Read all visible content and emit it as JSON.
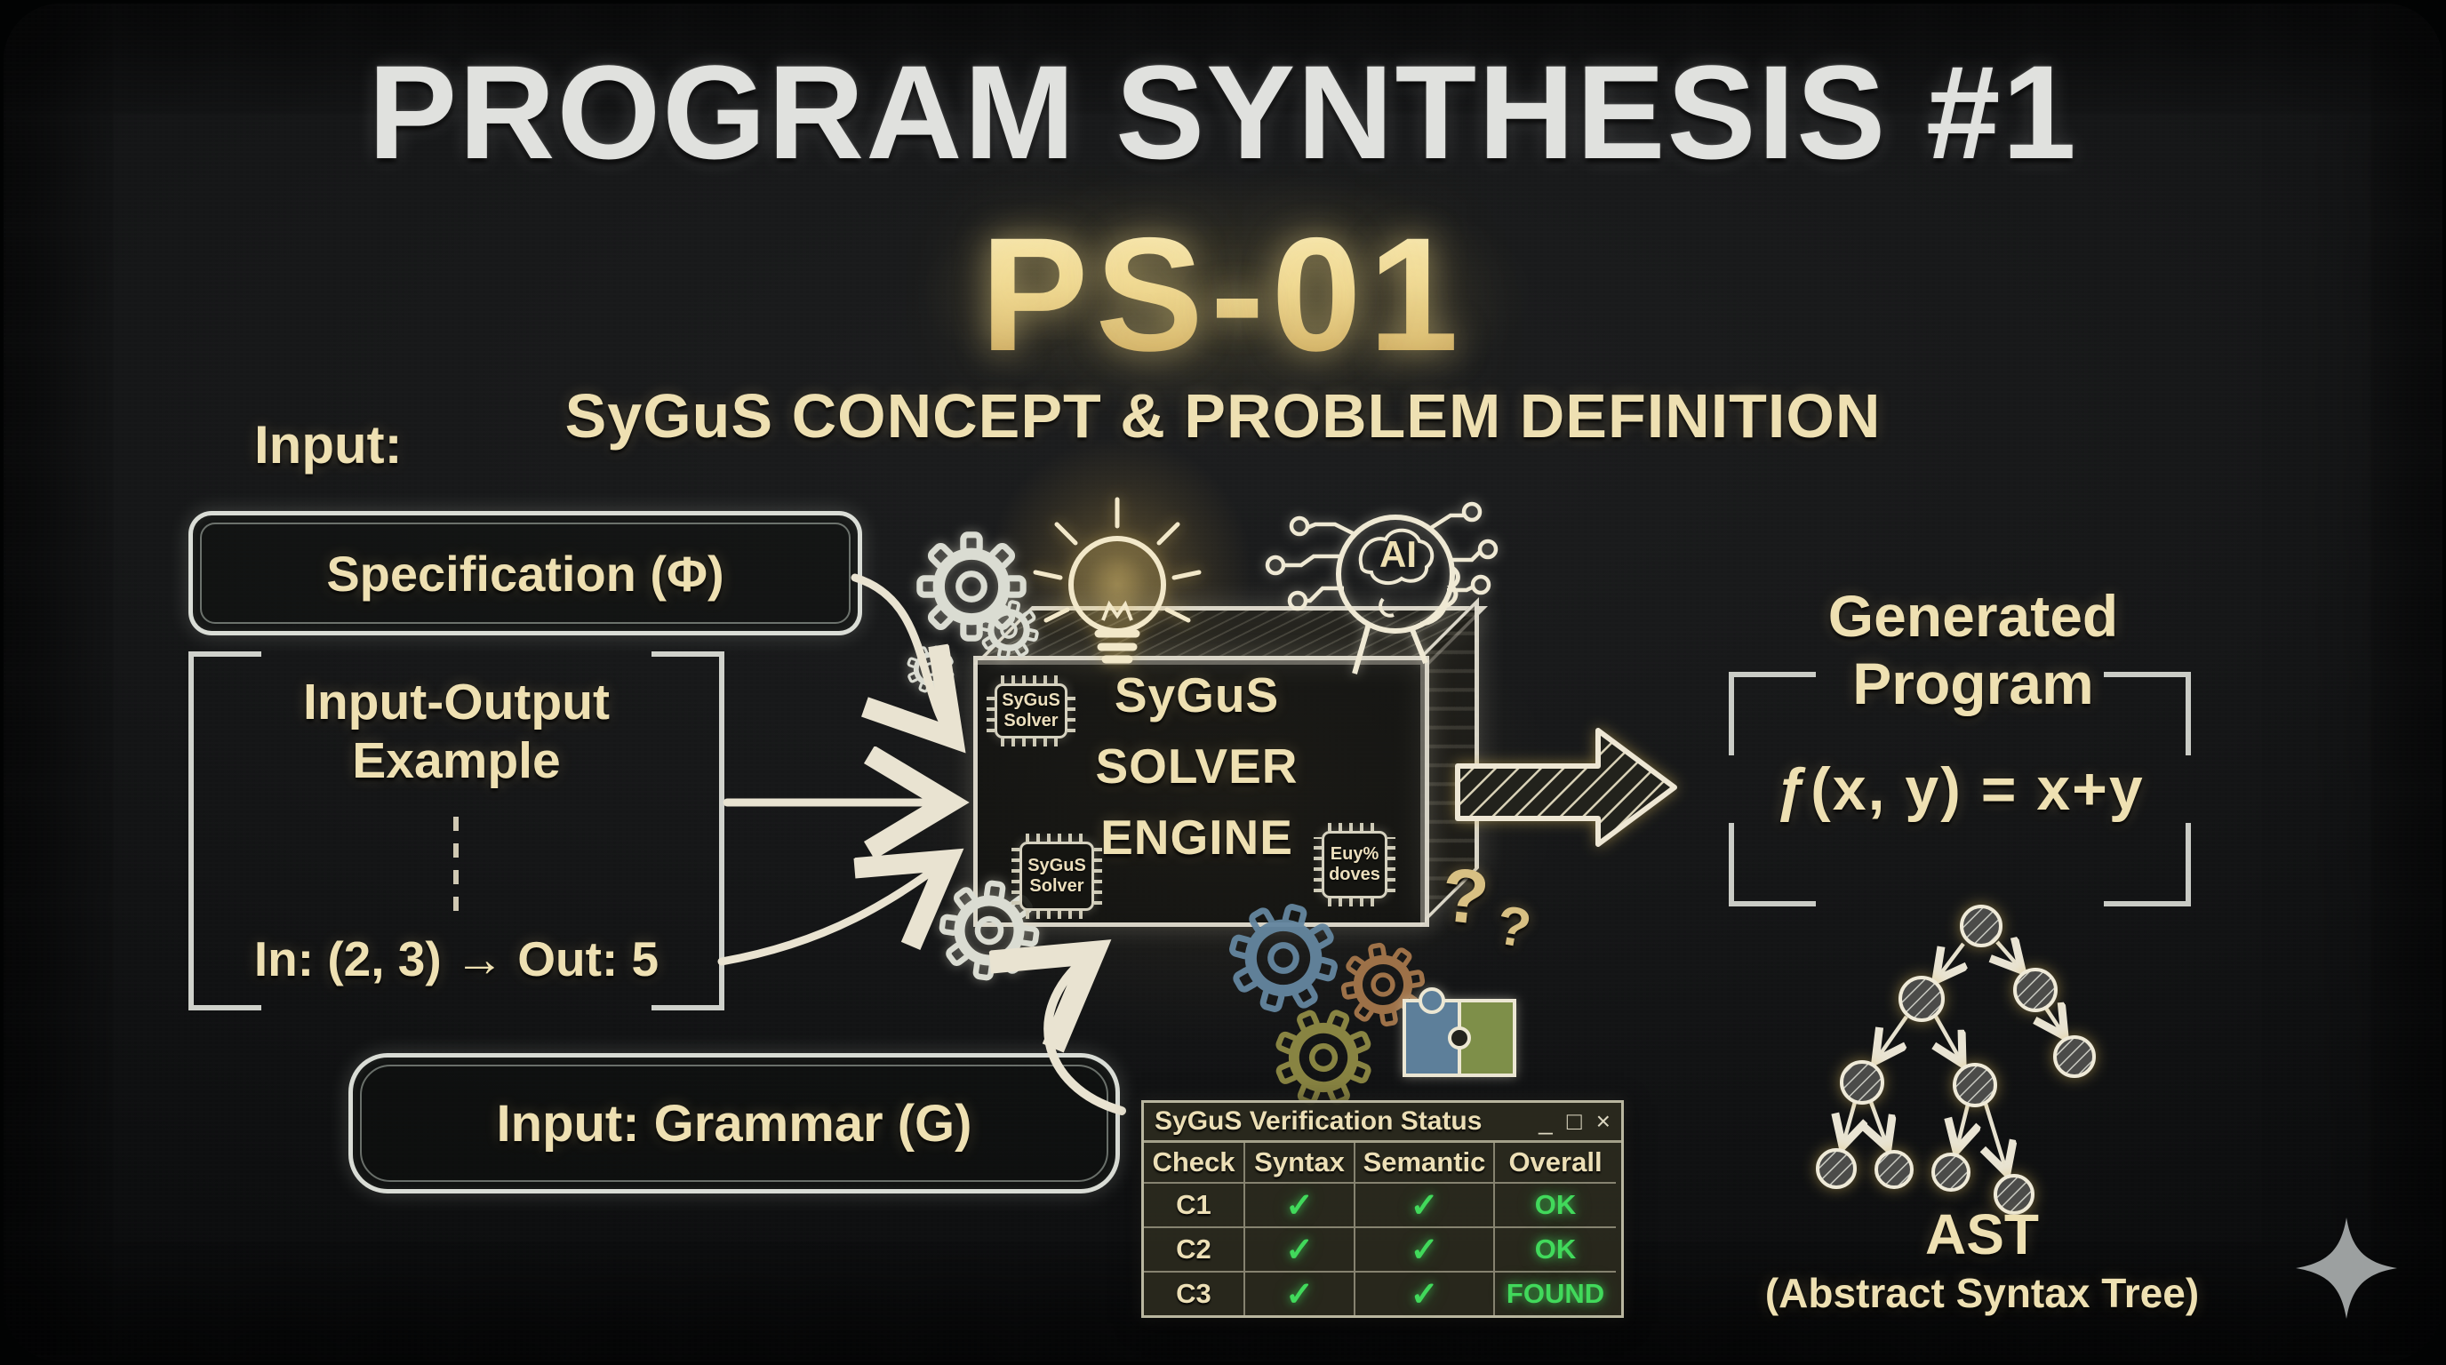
{
  "header": {
    "title": "PROGRAM SYNTHESIS #1",
    "code": "PS-01",
    "subtitle": "SyGuS CONCEPT & PROBLEM DEFINITION"
  },
  "inputs": {
    "label": "Input:",
    "specification": "Specification (Φ)",
    "io_title_line1": "Input-Output",
    "io_title_line2": "Example",
    "io_example": "In: (2, 3) → Out: 5",
    "grammar": "Input: Grammar (G)"
  },
  "solver": {
    "name_line1": "SyGuS",
    "name_line2": "SOLVER",
    "name_line3": "ENGINE",
    "chip_top_left_line1": "SyGuS",
    "chip_top_left_line2": "Solver",
    "chip_bottom_left_line1": "SyGuS",
    "chip_bottom_left_line2": "Solver",
    "chip_bottom_right_line1": "Euy%",
    "chip_bottom_right_line2": "doves",
    "ai_label": "AI",
    "question_mark_large": "?",
    "question_mark_small": "?"
  },
  "output": {
    "title": "Generated Program",
    "program": "ƒ(x, y) = x+y",
    "ast_label": "AST",
    "ast_sublabel": "(Abstract Syntax Tree)"
  },
  "verification": {
    "window_title": "SyGuS Verification Status",
    "controls": {
      "minimize": "_",
      "maximize": "□",
      "close": "×"
    },
    "columns": [
      "Check",
      "Syntax",
      "Semantic",
      "Overall"
    ],
    "rows": [
      {
        "check": "C1",
        "syntax": "✓",
        "semantic": "✓",
        "overall": "OK"
      },
      {
        "check": "C2",
        "syntax": "✓",
        "semantic": "✓",
        "overall": "OK"
      },
      {
        "check": "C3",
        "syntax": "✓",
        "semantic": "✓",
        "overall": "FOUND"
      }
    ]
  },
  "colors": {
    "chalk_white": "#e0e1de",
    "cream": "#eee0b2",
    "gold": "#ecd799",
    "status_green": "#41d95b",
    "gear_blue": "#64869f",
    "gear_brown": "#a5764b",
    "gear_olive": "#8f8a45"
  }
}
